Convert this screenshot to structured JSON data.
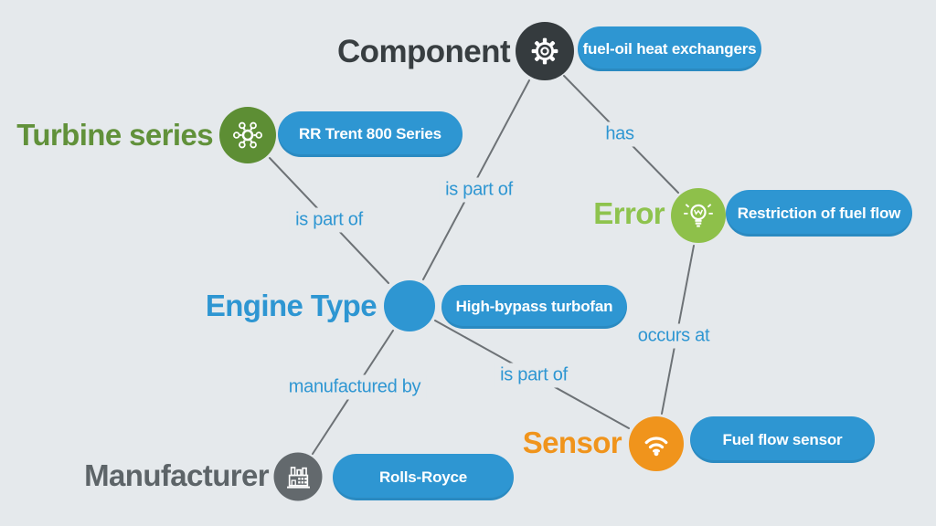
{
  "background_color": "#e5e9ec",
  "palette": {
    "pill_blue": "#2e96d2",
    "edge_gray": "#6d7276",
    "edge_label_blue": "#2e96d2"
  },
  "nodes": {
    "component": {
      "label": "Component",
      "value": "fuel-oil heat exchangers",
      "label_color": "#383e41",
      "circle_color": "#353b3e",
      "icon": "gear-icon"
    },
    "turbine_series": {
      "label": "Turbine series",
      "value": "RR Trent 800 Series",
      "label_color": "#61913a",
      "circle_color": "#5d8e34",
      "icon": "network-icon"
    },
    "error": {
      "label": "Error",
      "value": "Restriction of fuel flow",
      "label_color": "#8ec34e",
      "circle_color": "#8ec04a",
      "icon": "lightbulb-icon"
    },
    "engine_type": {
      "label": "Engine Type",
      "value": "High-bypass turbofan",
      "label_color": "#2e96d2",
      "circle_color": "#2e96d2",
      "icon": "none"
    },
    "sensor": {
      "label": "Sensor",
      "value": "Fuel flow sensor",
      "label_color": "#f0941c",
      "circle_color": "#f0941c",
      "icon": "wifi-icon"
    },
    "manufacturer": {
      "label": "Manufacturer",
      "value": "Rolls-Royce",
      "label_color": "#5d6468",
      "circle_color": "#63696d",
      "icon": "factory-icon"
    }
  },
  "edges": [
    {
      "from": "Turbine series",
      "to": "Engine Type",
      "label": "is part of"
    },
    {
      "from": "Component",
      "to": "Engine Type",
      "label": "is part of"
    },
    {
      "from": "Component",
      "to": "Error",
      "label": "has"
    },
    {
      "from": "Error",
      "to": "Sensor",
      "label": "occurs at"
    },
    {
      "from": "Engine Type",
      "to": "Sensor",
      "label": "is part of"
    },
    {
      "from": "Engine Type",
      "to": "Manufacturer",
      "label": "manufactured by"
    }
  ]
}
